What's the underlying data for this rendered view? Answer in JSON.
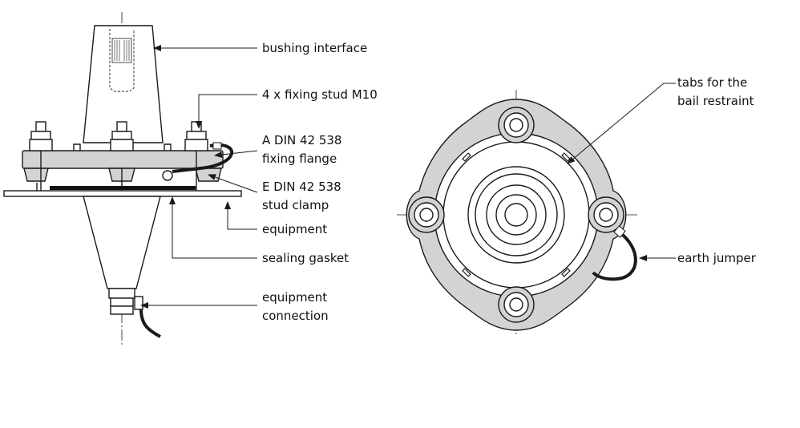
{
  "labels": {
    "bushing_interface": "bushing interface",
    "fixing_stud": "4 x fixing stud M10",
    "fixing_flange_line1": "A DIN 42 538",
    "fixing_flange_line2": "fixing flange",
    "stud_clamp_line1": "E DIN 42 538",
    "stud_clamp_line2": "stud clamp",
    "equipment": "equipment",
    "sealing_gasket": "sealing gasket",
    "equipment_connection_line1": "equipment",
    "equipment_connection_line2": "connection",
    "tabs_line1": "tabs for the",
    "tabs_line2": "bail restraint",
    "earth_jumper": "earth jumper"
  },
  "colors": {
    "line": "#1a1a1a",
    "flange_fill": "#d3d3d3",
    "gasket": "#111111",
    "background": "#ffffff"
  }
}
